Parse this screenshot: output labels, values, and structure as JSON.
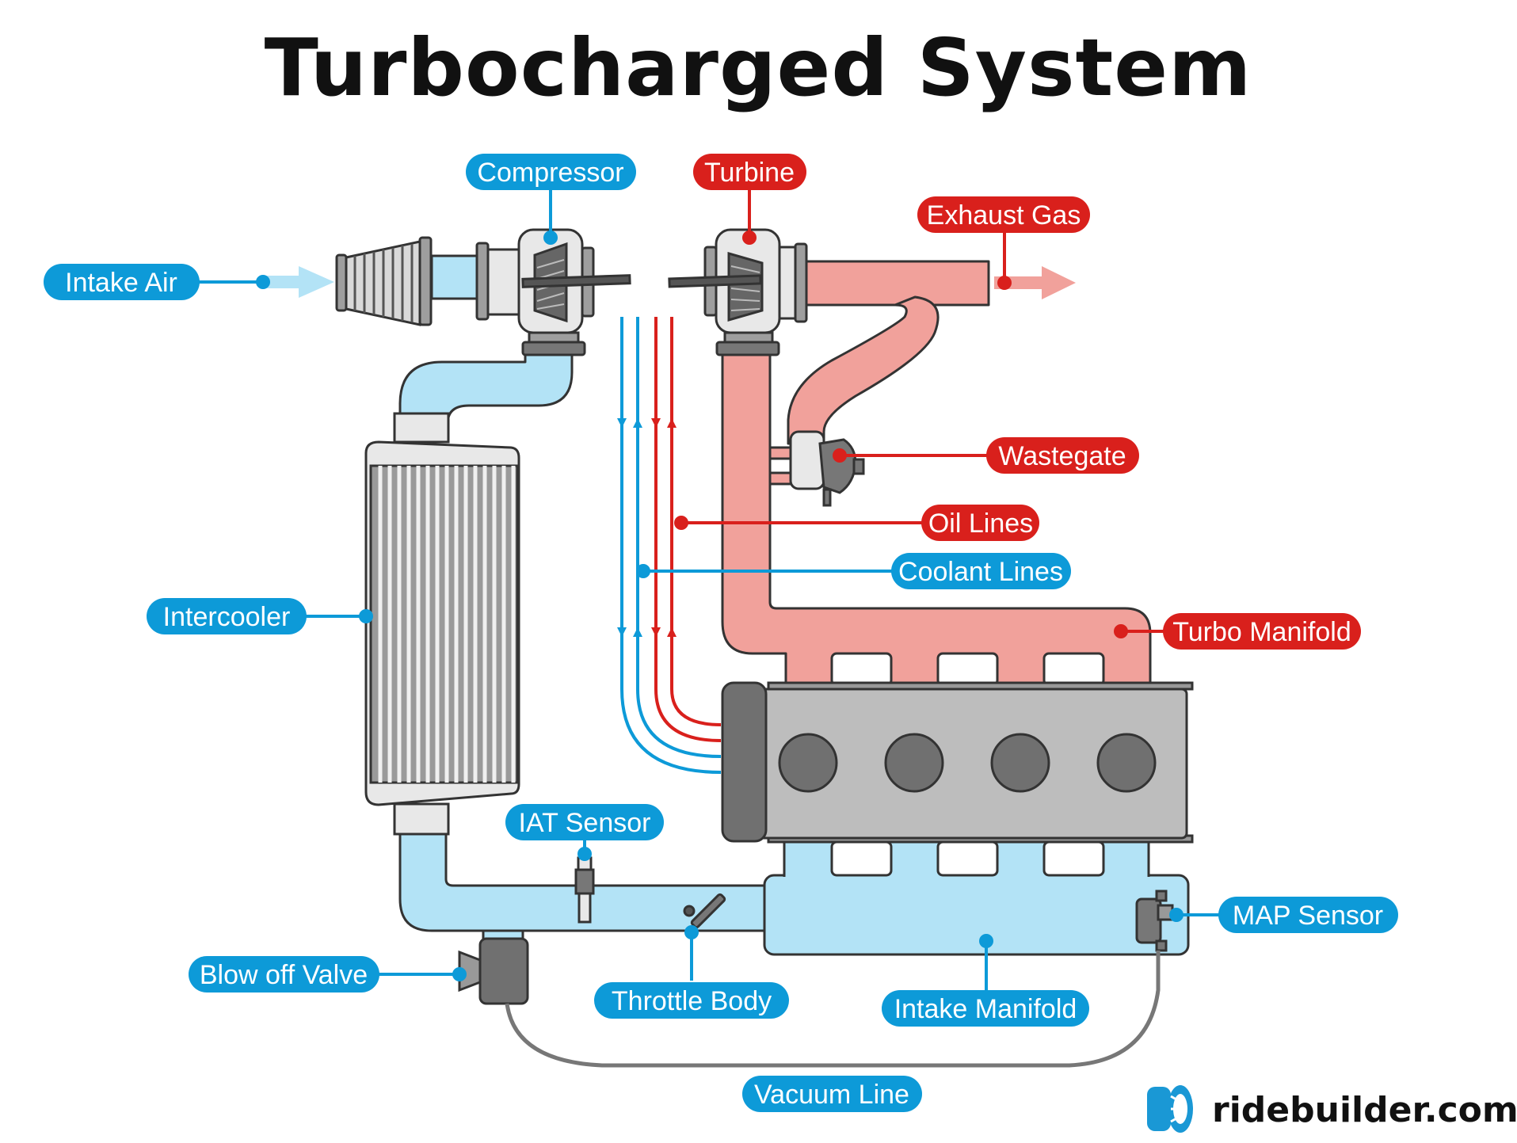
{
  "title": "Turbocharged System",
  "colors": {
    "air": "#b3e3f6",
    "exhaust": "#f1a19b",
    "blue_accent": "#0d9ad8",
    "red_accent": "#d9201c",
    "engine_gray": "#bdbdbd",
    "dark_gray": "#707070",
    "outline": "#333333"
  },
  "labels": {
    "intake_air": "Intake Air",
    "compressor": "Compressor",
    "turbine": "Turbine",
    "exhaust_gas": "Exhaust Gas",
    "wastegate": "Wastegate",
    "oil_lines": "Oil Lines",
    "coolant_lines": "Coolant Lines",
    "intercooler": "Intercooler",
    "turbo_manifold": "Turbo Manifold",
    "iat_sensor": "IAT Sensor",
    "map_sensor": "MAP Sensor",
    "blow_off_valve": "Blow off Valve",
    "throttle_body": "Throttle Body",
    "intake_manifold": "Intake Manifold",
    "vacuum_line": "Vacuum Line"
  },
  "brand": {
    "text": "ridebuilder.com",
    "logo_icon": "tire-logo-icon"
  }
}
